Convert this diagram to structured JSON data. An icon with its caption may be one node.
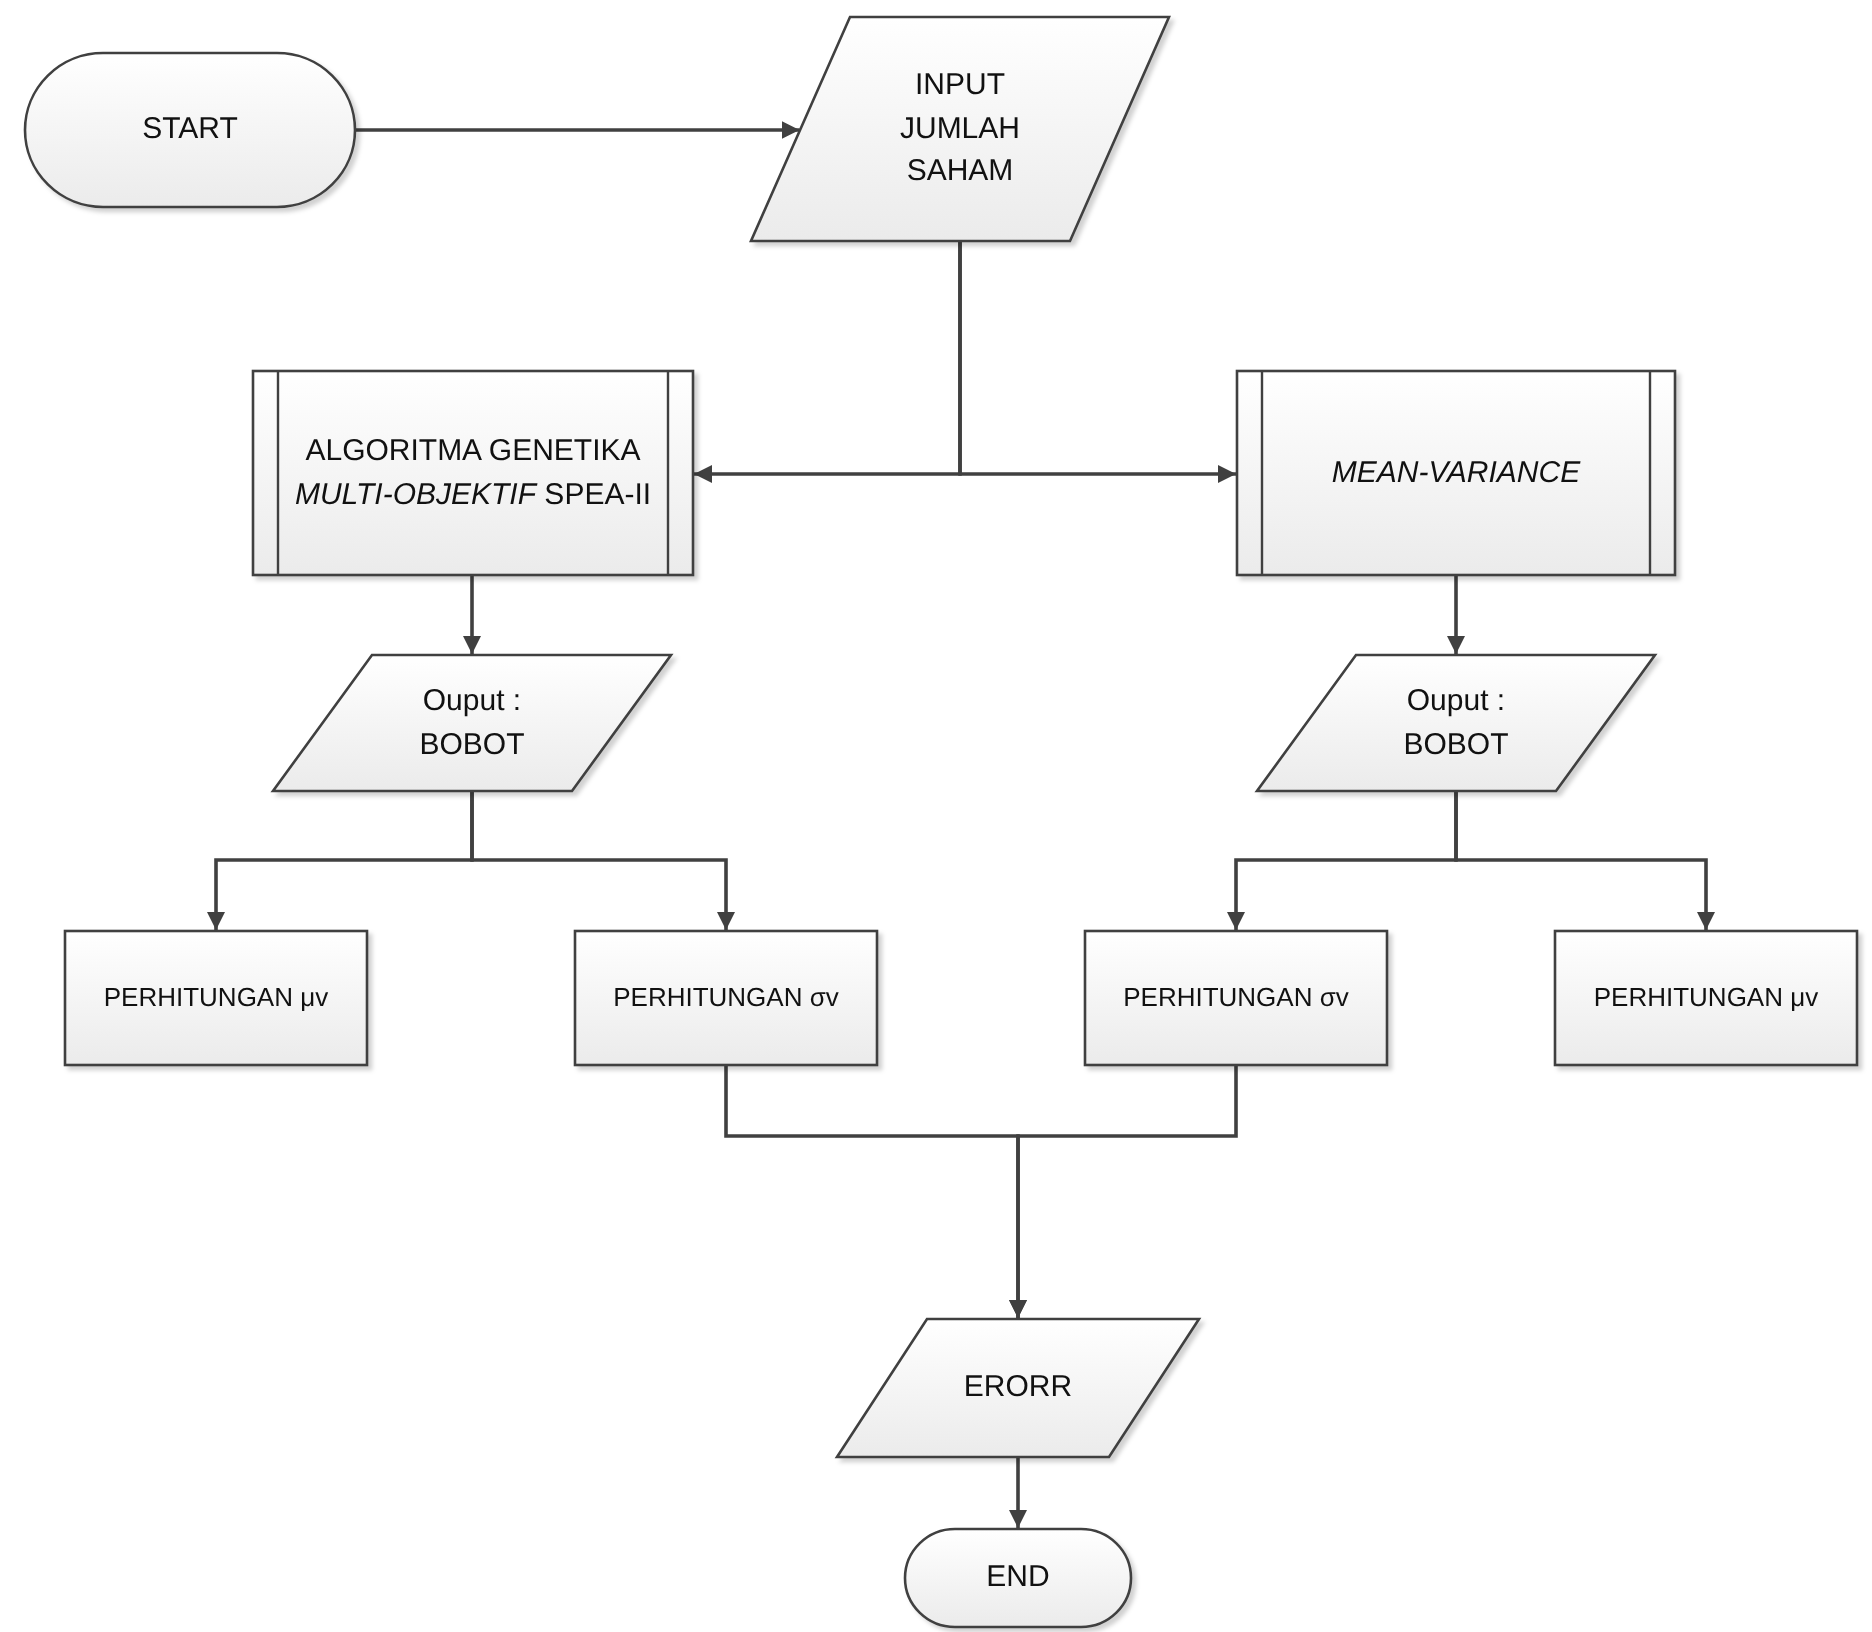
{
  "diagram": {
    "nodes": [
      {
        "text": [
          "START"
        ]
      },
      {
        "text": [
          "INPUT JUMLAH SAHAM"
        ]
      },
      {
        "text": [
          "ALGORITMA GENETIKA *MULTI-OBJEKTIF* SPEA-II"
        ]
      },
      {
        "text": [
          "MEAN-VARIANCE"
        ]
      },
      {
        "text": [
          "Ouput : BOBOT"
        ]
      },
      {
        "text": [
          "Ouput : BOBOT"
        ]
      },
      {
        "text": [
          "PERHITUNGAN μv"
        ]
      },
      {
        "text": [
          "PERHITUNGAN σv"
        ]
      },
      {
        "text": [
          "PERHITUNGAN σv"
        ]
      },
      {
        "text": [
          "PERHITUNGAN μv"
        ]
      },
      {
        "text": [
          "ERORR"
        ]
      },
      {
        "text": [
          "END"
        ]
      }
    ],
    "edges": [
      {
        "from": 0,
        "to": 1,
        "arrow": "to"
      },
      {
        "from": 1,
        "to": 2,
        "arrow": "to"
      },
      {
        "from": 1,
        "to": 3,
        "arrow": "to"
      },
      {
        "from": 2,
        "to": 4,
        "arrow": "to"
      },
      {
        "from": 3,
        "to": 5,
        "arrow": "to"
      },
      {
        "from": 4,
        "to": 6,
        "arrow": "to"
      },
      {
        "from": 4,
        "to": 7,
        "arrow": "to"
      },
      {
        "from": 5,
        "to": 8,
        "arrow": "to"
      },
      {
        "from": 5,
        "to": 9,
        "arrow": "to"
      },
      {
        "from": 7,
        "to": 10,
        "arrow": "to"
      },
      {
        "from": 8,
        "to": 10,
        "arrow": "to"
      },
      {
        "from": 10,
        "to": 11,
        "arrow": "to"
      }
    ]
  }
}
